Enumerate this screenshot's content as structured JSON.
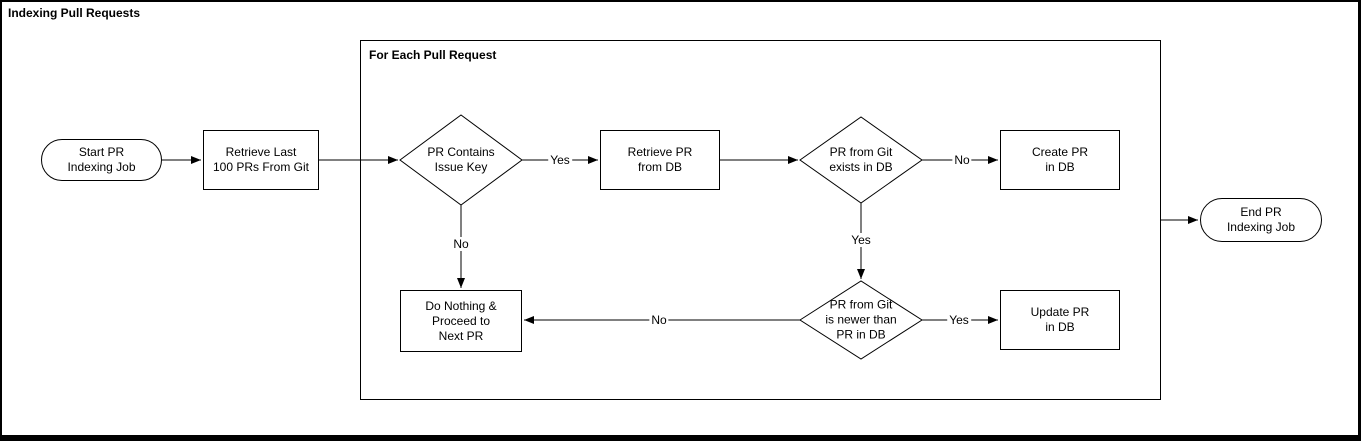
{
  "title": "Indexing Pull Requests",
  "group": {
    "label": "For Each Pull Request"
  },
  "nodes": {
    "start": {
      "label": "Start PR\nIndexing Job",
      "shape": "stadium"
    },
    "retrieve_last": {
      "label": "Retrieve Last\n100 PRs From Git",
      "shape": "process"
    },
    "pr_contains_issue_key": {
      "label": "PR Contains\nIssue Key",
      "shape": "decision"
    },
    "retrieve_pr": {
      "label": "Retrieve PR\nfrom DB",
      "shape": "process"
    },
    "pr_exists": {
      "label": "PR from Git\nexists in DB",
      "shape": "decision"
    },
    "create_pr": {
      "label": "Create PR\nin DB",
      "shape": "process"
    },
    "pr_newer": {
      "label": "PR from Git\nis newer than\nPR in DB",
      "shape": "decision"
    },
    "update_pr": {
      "label": "Update PR\nin DB",
      "shape": "process"
    },
    "do_nothing": {
      "label": "Do Nothing &\nProceed to\nNext PR",
      "shape": "process"
    },
    "end": {
      "label": "End PR\nIndexing Job",
      "shape": "stadium"
    }
  },
  "edge_labels": {
    "contains_yes": "Yes",
    "contains_no": "No",
    "exists_no": "No",
    "exists_yes": "Yes",
    "newer_yes": "Yes",
    "newer_no": "No"
  },
  "colors": {
    "stroke": "#000000",
    "fill": "#ffffff",
    "text": "#000000"
  }
}
